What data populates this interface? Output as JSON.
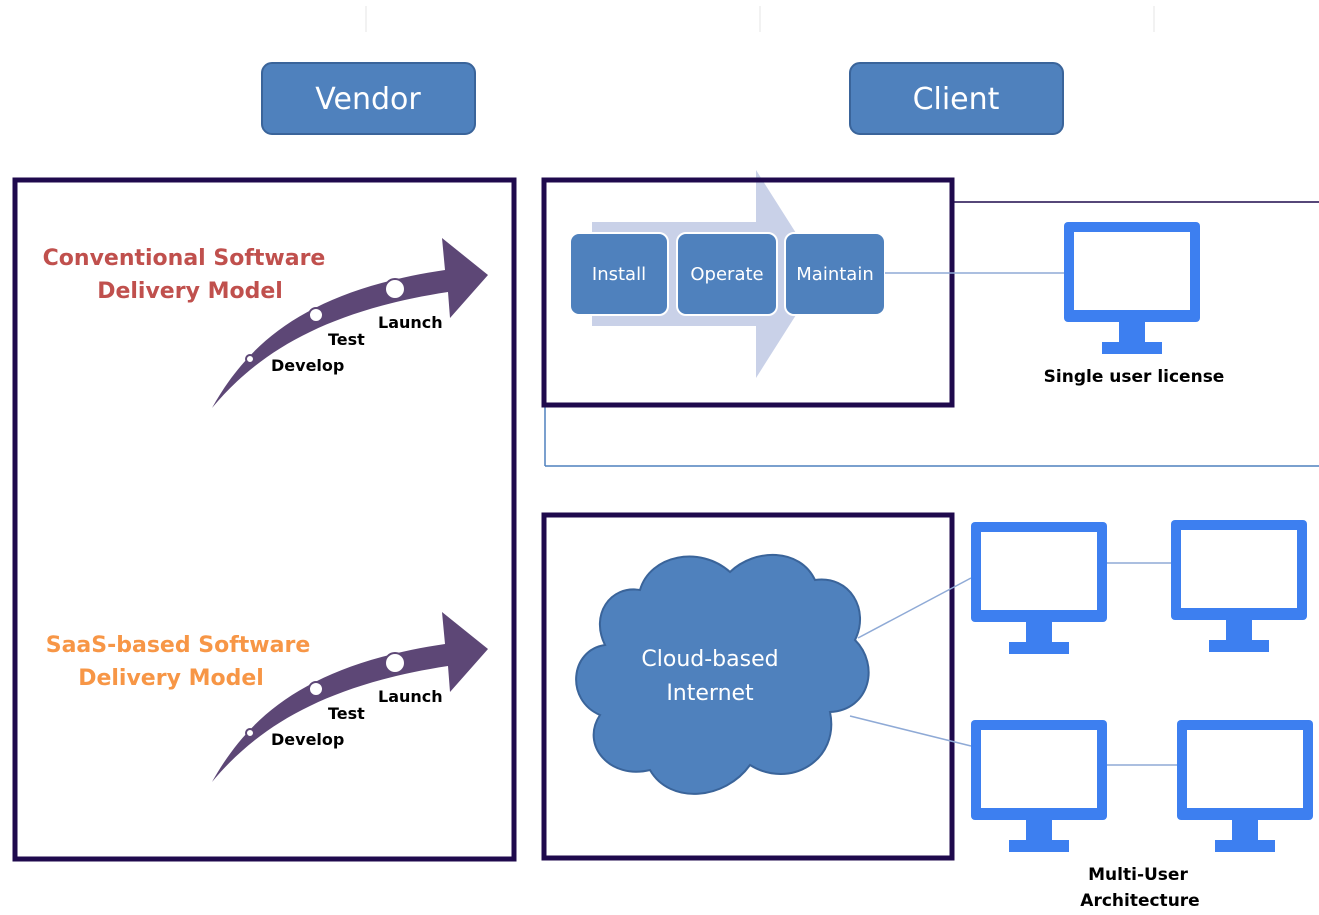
{
  "headers": {
    "vendor": "Vendor",
    "client": "Client"
  },
  "conventional": {
    "title_line1": "Conventional Software",
    "title_line2": "Delivery Model",
    "stages": [
      "Develop",
      "Test",
      "Launch"
    ]
  },
  "saas": {
    "title_line1": "SaaS-based Software",
    "title_line2": "Delivery Model",
    "stages": [
      "Develop",
      "Test",
      "Launch"
    ]
  },
  "process": {
    "steps": [
      "Install",
      "Operate",
      "Maintain"
    ]
  },
  "cloud": {
    "line1": "Cloud-based",
    "line2": "Internet"
  },
  "single_user": {
    "caption": "Single user license"
  },
  "multi_user": {
    "caption_line1": "Multi-User",
    "caption_line2": "Architecture"
  },
  "colors": {
    "box_fill": "#4f81bd",
    "box_stroke": "#3a649a",
    "frame": "#1f0a4d",
    "arrow": "#5d4776",
    "conventional_title": "#c0504d",
    "saas_title": "#f79646",
    "monitor": "#3d7ff0",
    "connector": "#8faad6",
    "big_arrow": "#c9d1e8"
  }
}
